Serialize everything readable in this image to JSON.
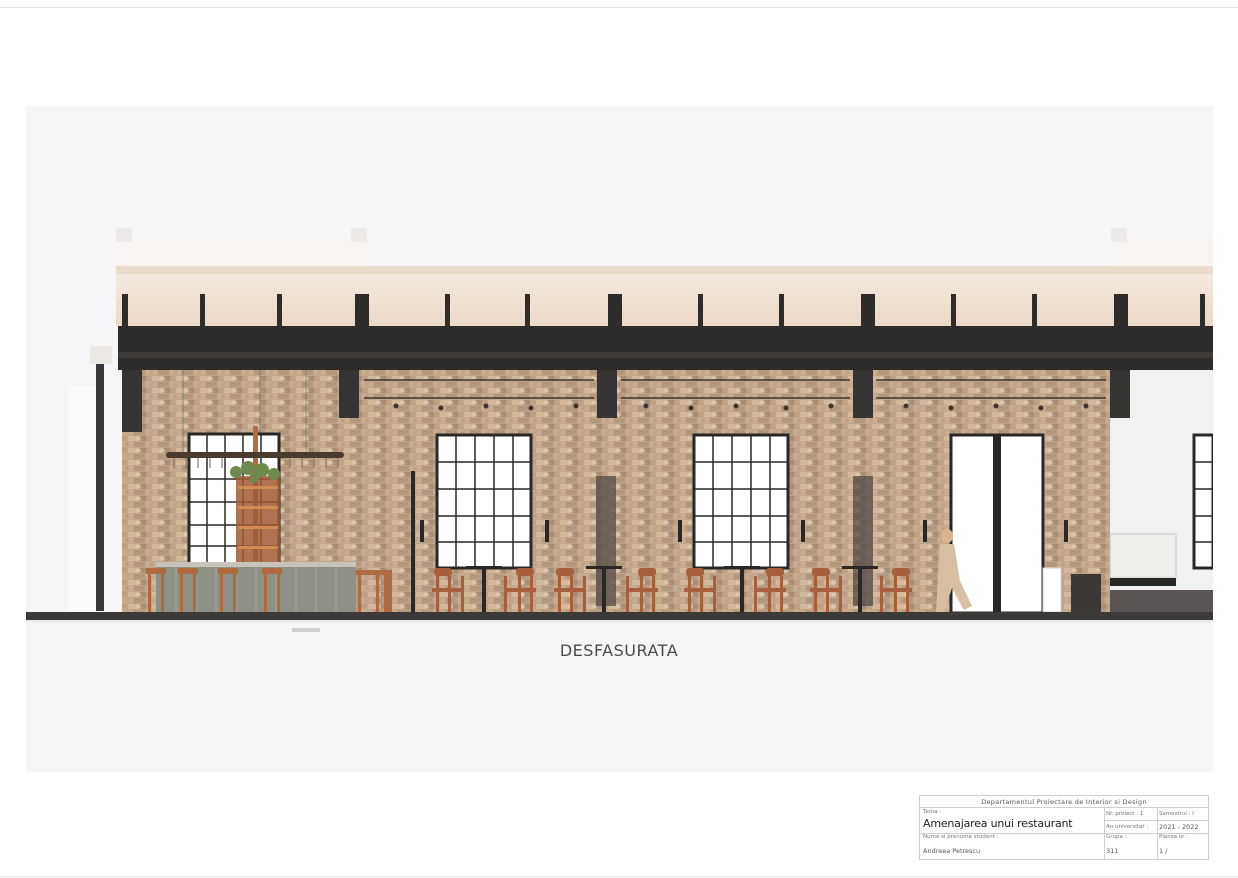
{
  "drawing": {
    "caption": "DESFASURATA"
  },
  "title_block": {
    "department": "Departamentul Proiectare de Interior si Design",
    "theme_label": "Tema :",
    "theme_value": "Amenajarea unui restaurant",
    "project_no_label": "Nr. proiect : 1",
    "semester_label": "Semestrul : I",
    "academic_year_label": "An universitar :",
    "academic_year_value": "2021 - 2022",
    "student_label": "Nume si prenume student :",
    "student_value": "Andreea Petrescu",
    "group_label": "Grupa :",
    "group_value": "311",
    "sheet_label": "Plansa nr :",
    "sheet_value": "1 /"
  },
  "colors": {
    "beam": "#2e2c2b",
    "brick": "#b39472",
    "frame": "#2a2827",
    "copper": "#b86b3e"
  }
}
